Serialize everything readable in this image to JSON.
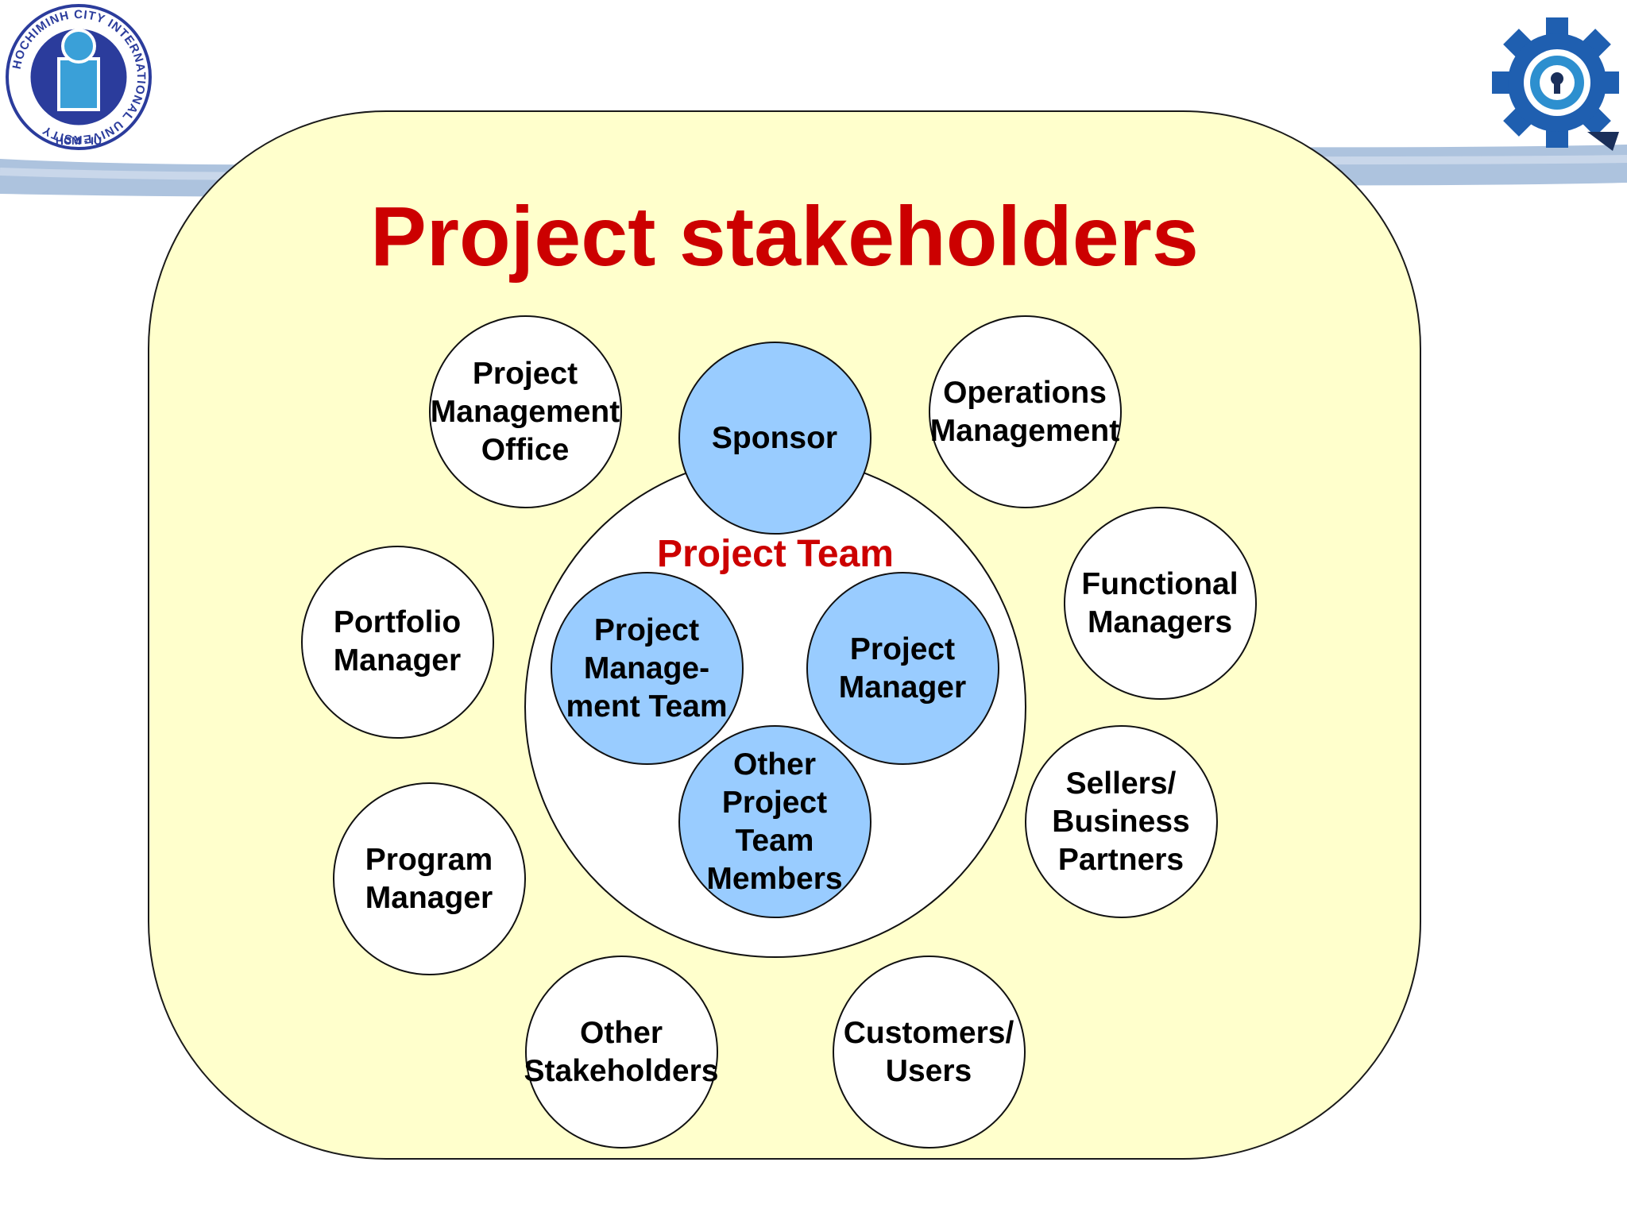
{
  "slide": {
    "title": "Project stakeholders",
    "colors": {
      "title": "#cc0000",
      "panel_fill": "#ffffcc",
      "inner_circle_fill": "#99ccff",
      "outer_circle_fill": "#ffffff"
    }
  },
  "logos": {
    "left": {
      "icon": "hcmiu-university-seal-icon",
      "ring_text": "HOCHIMINH CITY INTERNATIONAL UNIVERSITY",
      "bottom_text": "HCM - IU"
    },
    "right": {
      "icon": "gear-keyhole-logo-icon"
    }
  },
  "diagram": {
    "team_label": "Project Team",
    "sponsor": "Sponsor",
    "core_team": {
      "pm_team": "Project\nManage-\nment Team",
      "project_manager": "Project\nManager",
      "other_members": "Other\nProject\nTeam\nMembers"
    },
    "outer": {
      "pmo": "Project\nManagement\nOffice",
      "operations": "Operations\nManagement",
      "functional": "Functional\nManagers",
      "sellers": "Sellers/\nBusiness\nPartners",
      "customers": "Customers/\nUsers",
      "other_stakeholders": "Other\nStakeholders",
      "program_manager": "Program\nManager",
      "portfolio_manager": "Portfolio\nManager"
    }
  }
}
